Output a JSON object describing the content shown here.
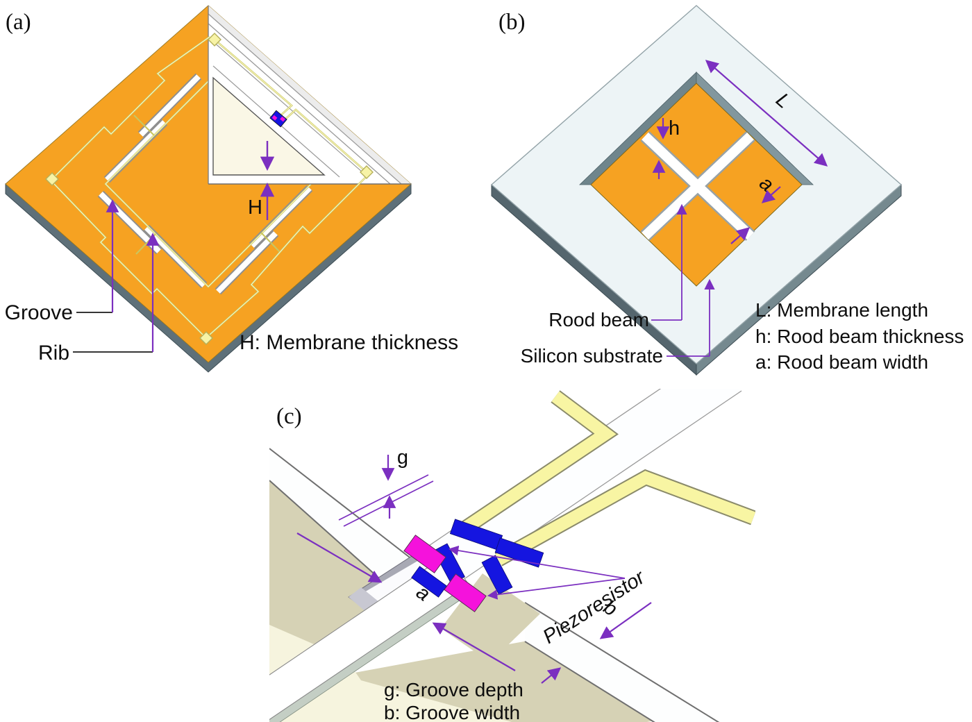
{
  "figure_type": "MEMS piezoresistive pressure sensor structure diagram",
  "panels": {
    "a": {
      "letter": "(a)",
      "groove_label": "Groove",
      "rib_label": "Rib",
      "h_label": "H",
      "legend": "H: Membrane thickness"
    },
    "b": {
      "letter": "(b)",
      "rood_beam_label": "Rood beam",
      "substrate_label": "Silicon substrate",
      "L_label": "L",
      "h_label": "h",
      "a_label": "a",
      "legend1": "L: Membrane length",
      "legend2": "h: Rood beam thickness",
      "legend3": "a: Rood beam width"
    },
    "c": {
      "letter": "(c)",
      "g_label": "g",
      "a_label": "a",
      "b_label": "b",
      "piezoresistor_label": "Piezoresistor",
      "legend1": "g: Groove depth",
      "legend2": "b: Groove width"
    }
  },
  "colors": {
    "membrane_orange": "#F6A222",
    "substrate_light": "#EDF4F6",
    "chip_edge_slate": "#5E7079",
    "cavity_wall": "#6F858C",
    "membrane_underside_cream": "#FAF7E6",
    "surface_tan": "#D6D2B5",
    "surface_cream": "#F6F4DE",
    "piezoresistor_magenta": "#F512DC",
    "contact_blue": "#1515E0",
    "metal_trace_yellow": "#F8F5A3",
    "annotation_purple": "#7B2FC0",
    "text_black": "#0d0d0d"
  }
}
